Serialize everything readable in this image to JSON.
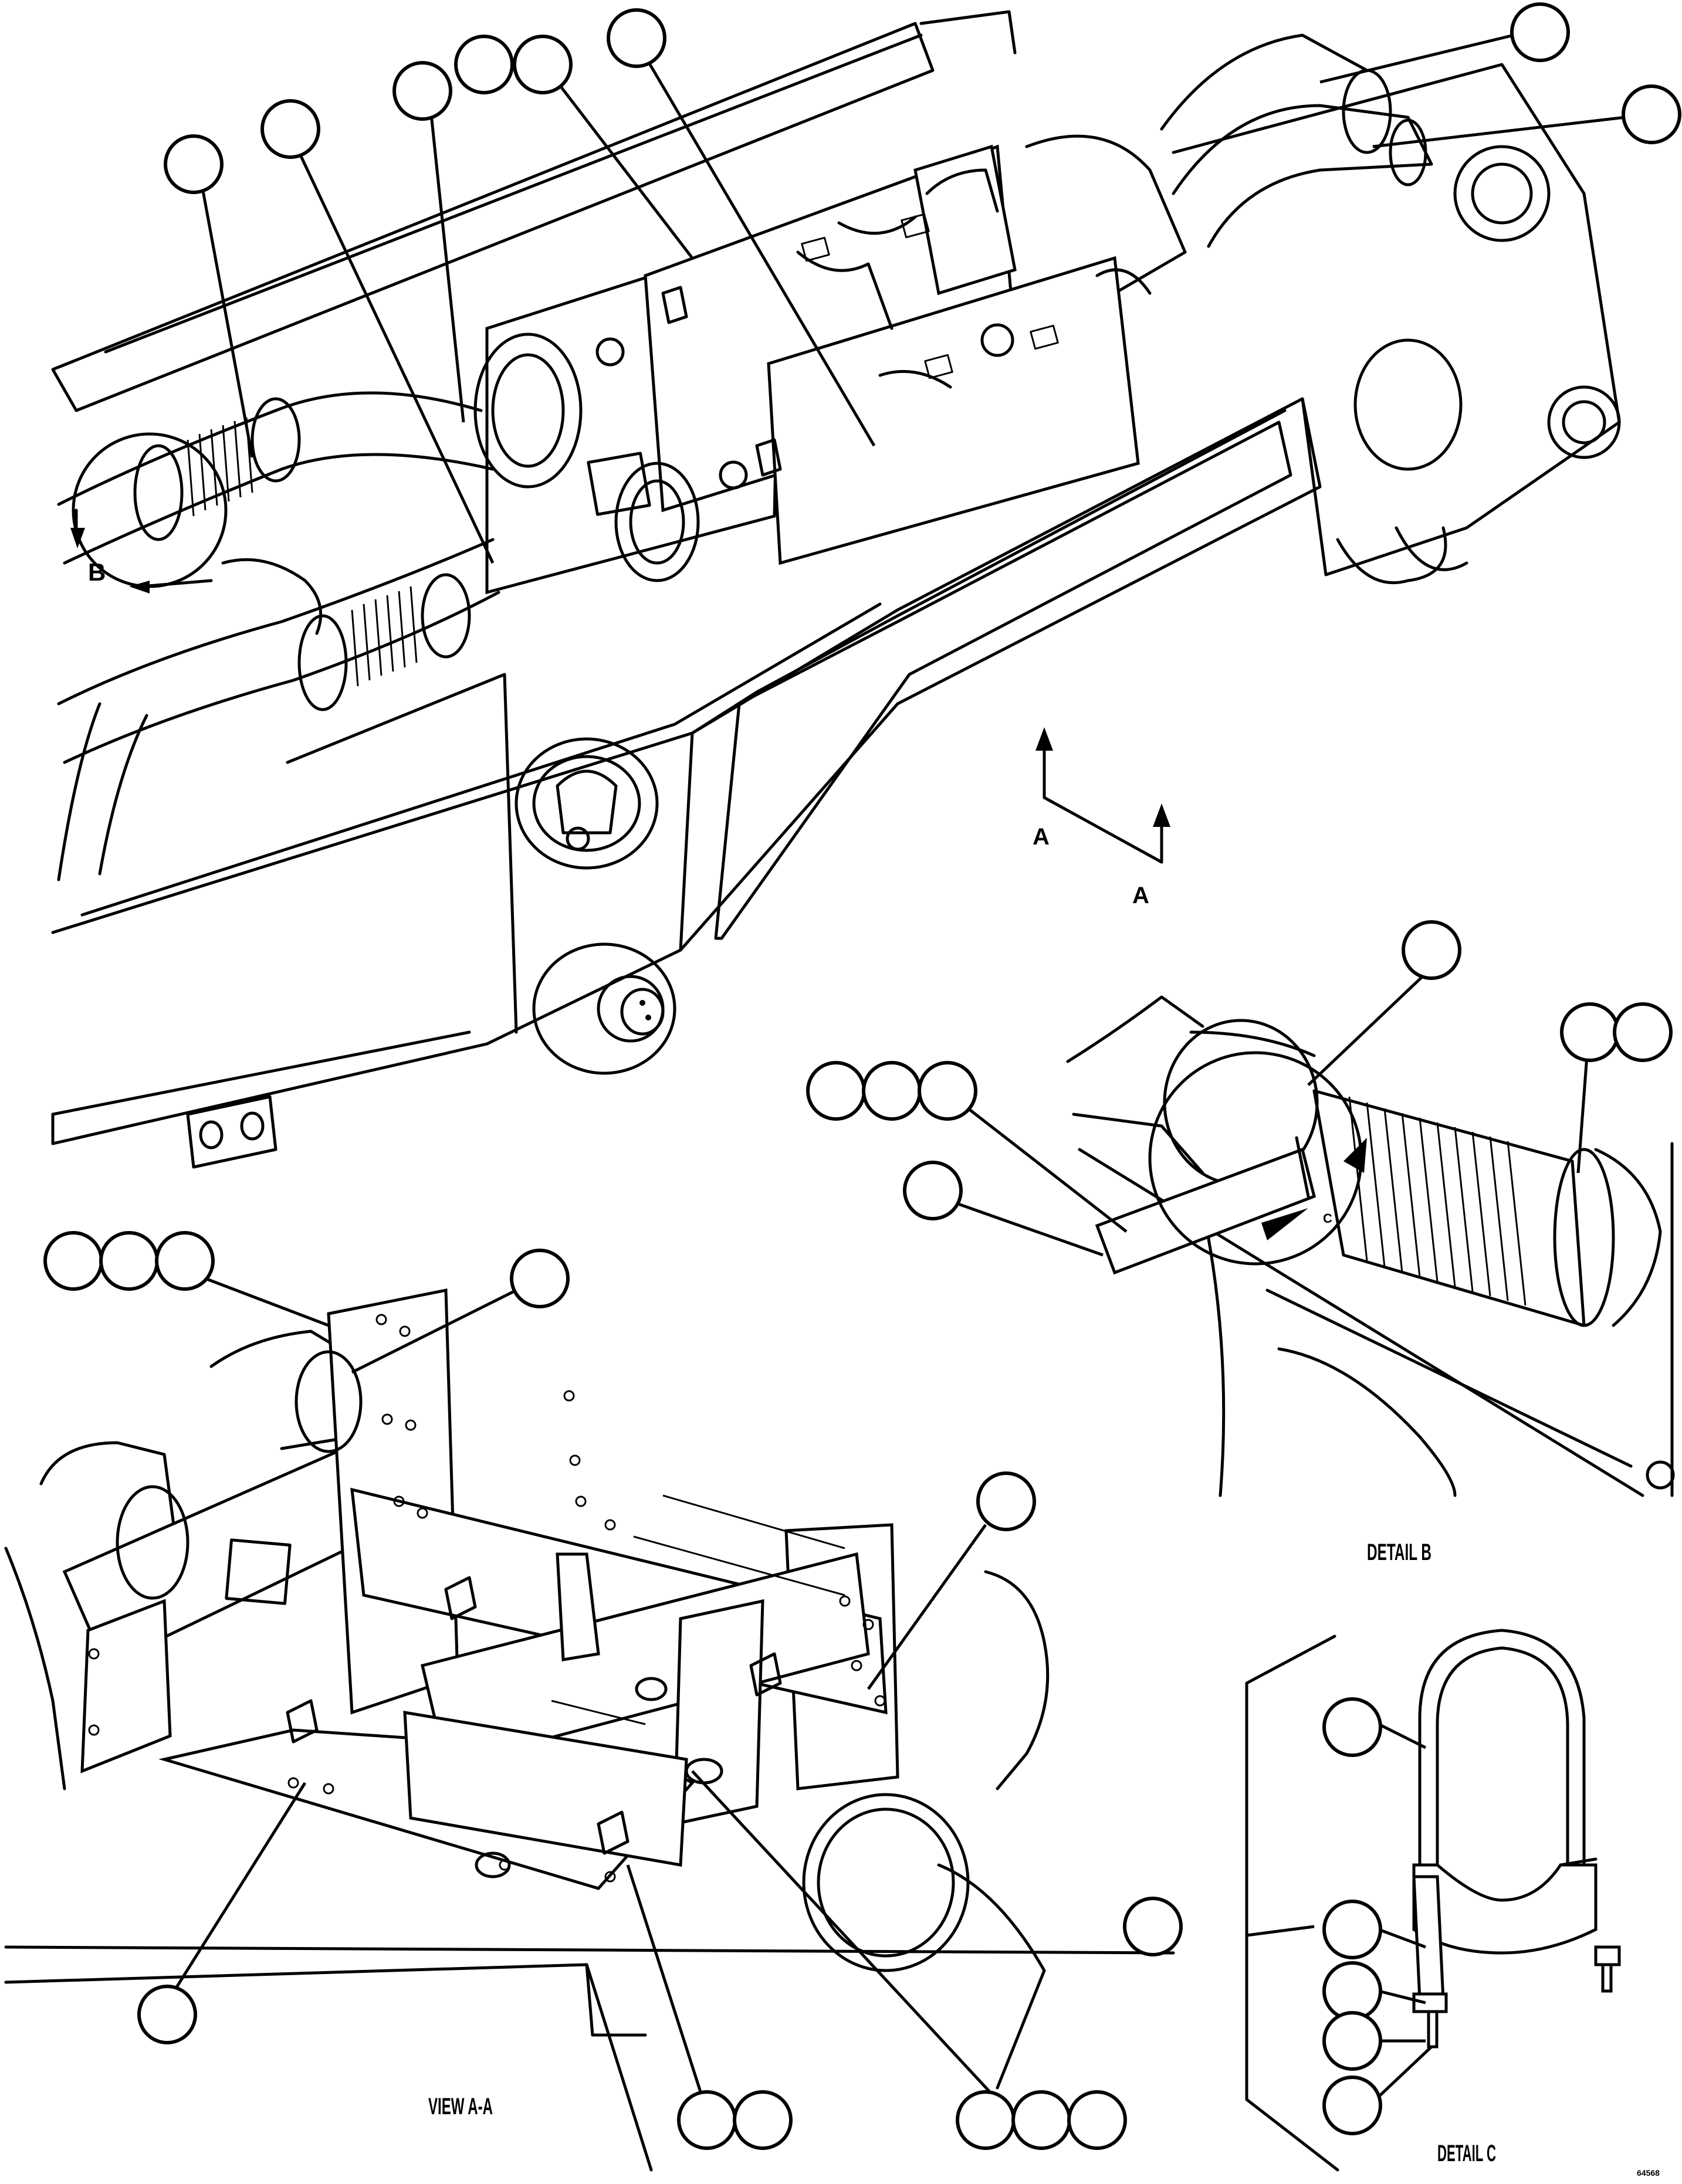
{
  "labels": {
    "detail_b": "DETAIL B",
    "detail_c": "DETAIL C",
    "view_aa": "VIEW A-A",
    "section_a_left": "A",
    "section_a_right": "A",
    "detail_b_marker": "B",
    "detail_c_marker": "C",
    "ref_id": "64568"
  }
}
